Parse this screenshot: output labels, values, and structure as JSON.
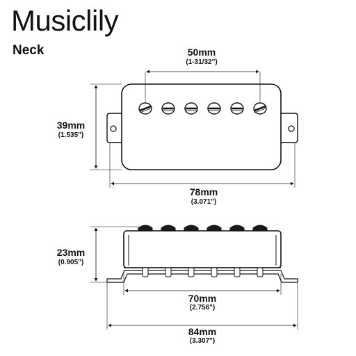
{
  "brand": "Musiclily",
  "position": "Neck",
  "top_view": {
    "pole_spacing": {
      "metric": "50mm",
      "imperial": "(1-31/32\")"
    },
    "height": {
      "metric": "39mm",
      "imperial": "(1.535\")"
    },
    "mount_length": {
      "metric": "78mm",
      "imperial": "(3.071\")"
    }
  },
  "side_view": {
    "height": {
      "metric": "23mm",
      "imperial": "(0.905\")"
    },
    "cover_length": {
      "metric": "70mm",
      "imperial": "(2.756\")"
    },
    "total_length": {
      "metric": "84mm",
      "imperial": "(3.307\")"
    }
  },
  "pole_count": 6,
  "colors": {
    "line": "#111111",
    "background": "#ffffff",
    "pole_fill": "#1a1a1a"
  }
}
